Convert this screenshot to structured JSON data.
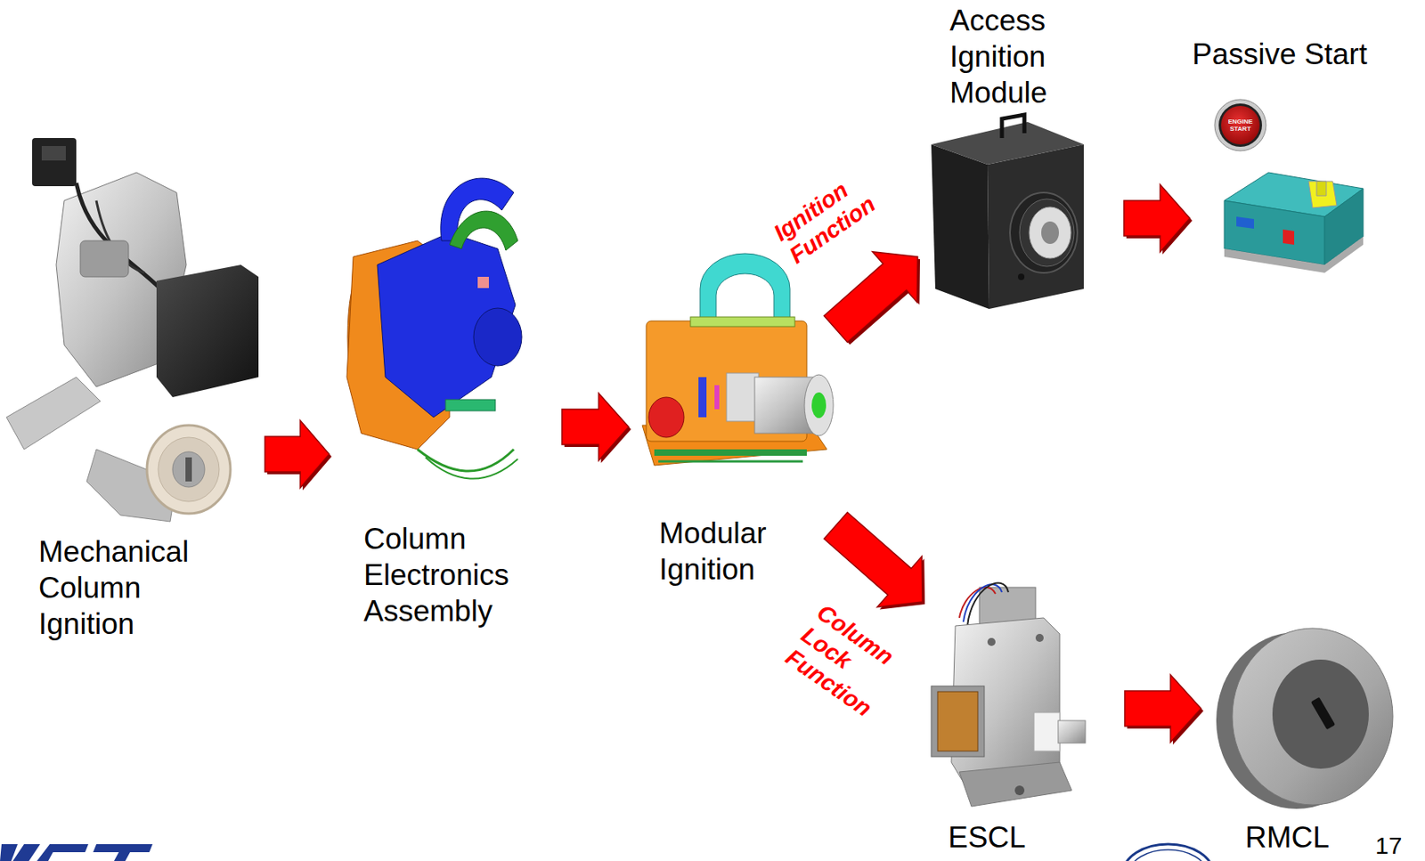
{
  "diagram": {
    "nodes": [
      {
        "text": [
          "Mechanical Column Ignition"
        ]
      },
      {
        "text": [
          "Column Electronics Assembly"
        ]
      },
      {
        "text": [
          "Modular Ignition"
        ]
      },
      {
        "text": [
          "Access Ignition Module"
        ]
      },
      {
        "text": [
          "Passive Start"
        ]
      },
      {
        "text": [
          "ESCL"
        ]
      },
      {
        "text": [
          "RMCL"
        ]
      }
    ],
    "edges": [
      {
        "from": 0,
        "to": 1,
        "arrow": "to"
      },
      {
        "from": 1,
        "to": 2,
        "arrow": "to"
      },
      {
        "from": 2,
        "to": 3,
        "label": "Ignition Function",
        "arrow": "to"
      },
      {
        "from": 2,
        "to": 5,
        "label": "Column Lock Function",
        "arrow": "to"
      },
      {
        "from": 3,
        "to": 4,
        "arrow": "to"
      },
      {
        "from": 5,
        "to": 6,
        "arrow": "to"
      }
    ],
    "labels": [
      "ENGINE START",
      "17"
    ]
  }
}
